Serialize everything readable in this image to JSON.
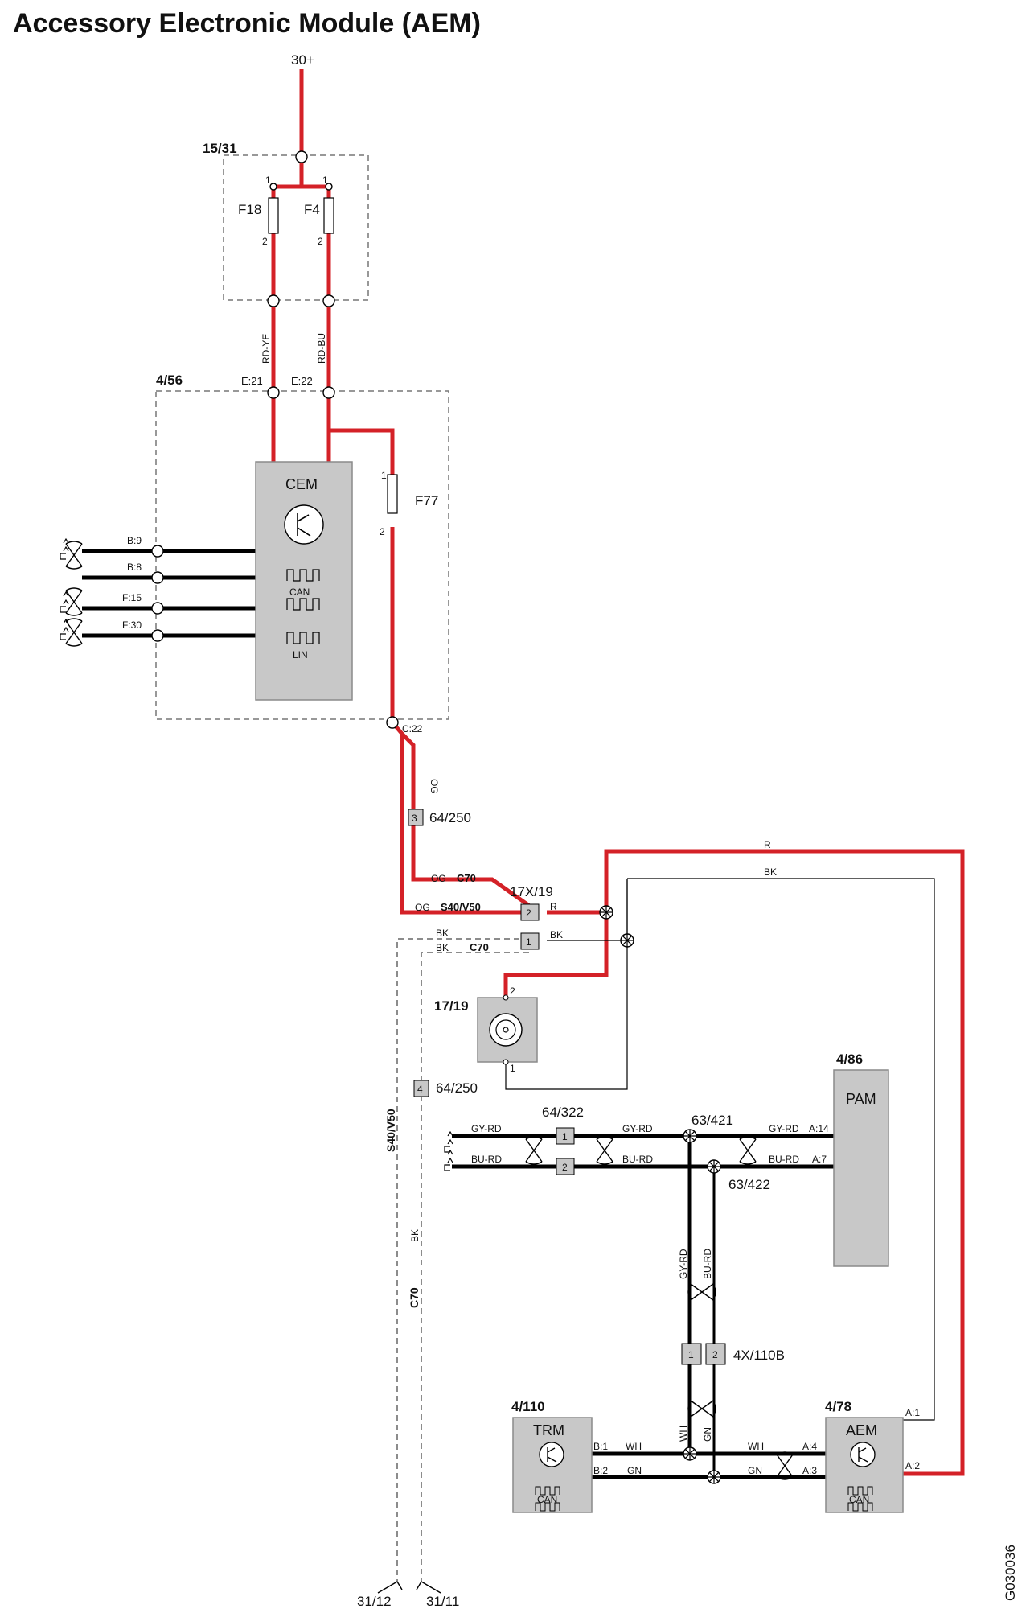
{
  "title": "Accessory Electronic Module (AEM)",
  "figure_id": "G030036",
  "colors": {
    "power_wire": "#d42127",
    "signal_wire": "#000000",
    "module_fill": "#c8c8c8",
    "border": "#8a8a8a"
  },
  "supply": {
    "label": "30+"
  },
  "fuse_box": {
    "id": "15/31"
  },
  "fuses": {
    "f18": "F18",
    "f4": "F4",
    "f77": "F77"
  },
  "wire_colors": {
    "rd_ye": "RD-YE",
    "rd_bu": "RD-BU",
    "og": "OG",
    "r": "R",
    "bk": "BK",
    "gy_rd": "GY-RD",
    "bu_rd": "BU-RD",
    "wh": "WH",
    "gn": "GN"
  },
  "cem": {
    "id": "4/56",
    "name": "CEM",
    "can": "CAN",
    "lin": "LIN",
    "pins": {
      "e21": "E:21",
      "e22": "E:22",
      "c22": "C:22",
      "b9": "B:9",
      "b8": "B:8",
      "f15": "F:15",
      "f30": "F:30"
    }
  },
  "connectors": {
    "c64_250": "64/250",
    "c17x19": "17X/19",
    "c64_322": "64/322",
    "c63_421": "63/421",
    "c63_422": "63/422",
    "c4x110b": "4X/110B"
  },
  "variants": {
    "c70": "C70",
    "s40v50": "S40/V50"
  },
  "socket": {
    "id": "17/19"
  },
  "pam": {
    "id": "4/86",
    "name": "PAM",
    "pins": {
      "a14": "A:14",
      "a7": "A:7"
    }
  },
  "trm": {
    "id": "4/110",
    "name": "TRM",
    "can": "CAN",
    "pins": {
      "b1": "B:1",
      "b2": "B:2"
    }
  },
  "aem": {
    "id": "4/78",
    "name": "AEM",
    "can": "CAN",
    "pins": {
      "a4": "A:4",
      "a3": "A:3",
      "a1": "A:1",
      "a2": "A:2"
    }
  },
  "grounds": {
    "g1": "31/12",
    "g2": "31/11"
  },
  "pin_numbers": {
    "p1": "1",
    "p2": "2",
    "p3": "3",
    "p4": "4"
  }
}
